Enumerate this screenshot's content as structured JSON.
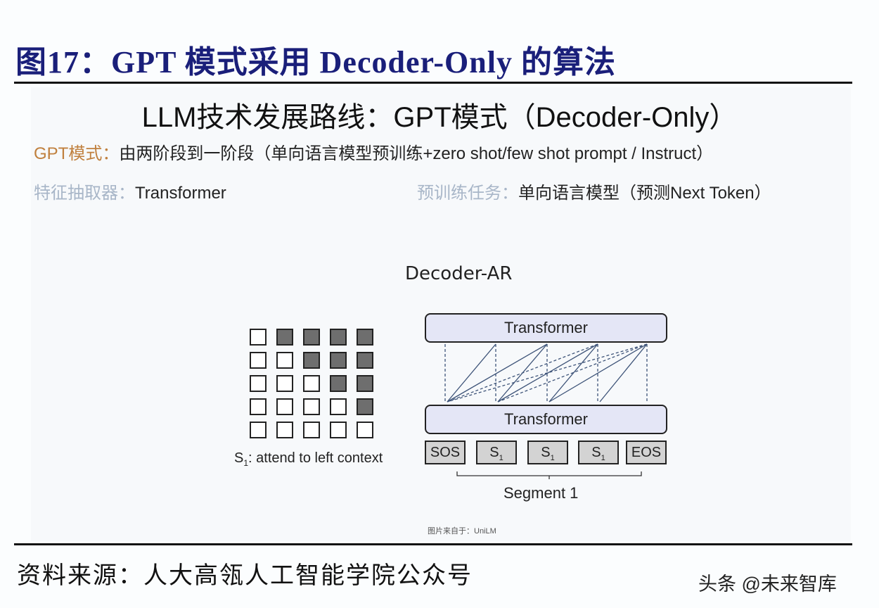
{
  "figure": {
    "title": "图17：GPT 模式采用 Decoder-Only 的算法"
  },
  "slide": {
    "title": "LLM技术发展路线：GPT模式（Decoder-Only）",
    "mode_label": "GPT模式：",
    "mode_text": "由两阶段到一阶段（单向语言模型预训练+zero shot/few shot prompt / Instruct）",
    "extractor_label": "特征抽取器：",
    "extractor_value": "Transformer",
    "task_label": "预训练任务：",
    "task_value": "单向语言模型（预测Next Token）"
  },
  "diagram": {
    "title": "Decoder-AR",
    "mask_caption_prefix": "S",
    "mask_caption_sub": "1",
    "mask_caption_suffix": ": attend to left context",
    "attention_mask": [
      [
        0,
        1,
        1,
        1,
        1
      ],
      [
        0,
        0,
        1,
        1,
        1
      ],
      [
        0,
        0,
        0,
        1,
        1
      ],
      [
        0,
        0,
        0,
        0,
        1
      ],
      [
        0,
        0,
        0,
        0,
        0
      ]
    ],
    "top_block": "Transformer",
    "bottom_block": "Transformer",
    "tokens": [
      {
        "main": "SOS",
        "sub": ""
      },
      {
        "main": "S",
        "sub": "1"
      },
      {
        "main": "S",
        "sub": "1"
      },
      {
        "main": "S",
        "sub": "1"
      },
      {
        "main": "EOS",
        "sub": ""
      }
    ],
    "segment_label": "Segment 1",
    "image_credit": "图片来自于：UniLM"
  },
  "footer": {
    "source": "资料来源：人大高瓴人工智能学院公众号",
    "watermark": "头条 @未来智库"
  },
  "colors": {
    "title_navy": "#1a1f7a",
    "label_orange": "#c0803e",
    "label_muted": "#a8b6c8",
    "block_fill": "#e4e6f6",
    "token_fill": "#d3d3d3",
    "mask_on": "#6e6e6e"
  }
}
